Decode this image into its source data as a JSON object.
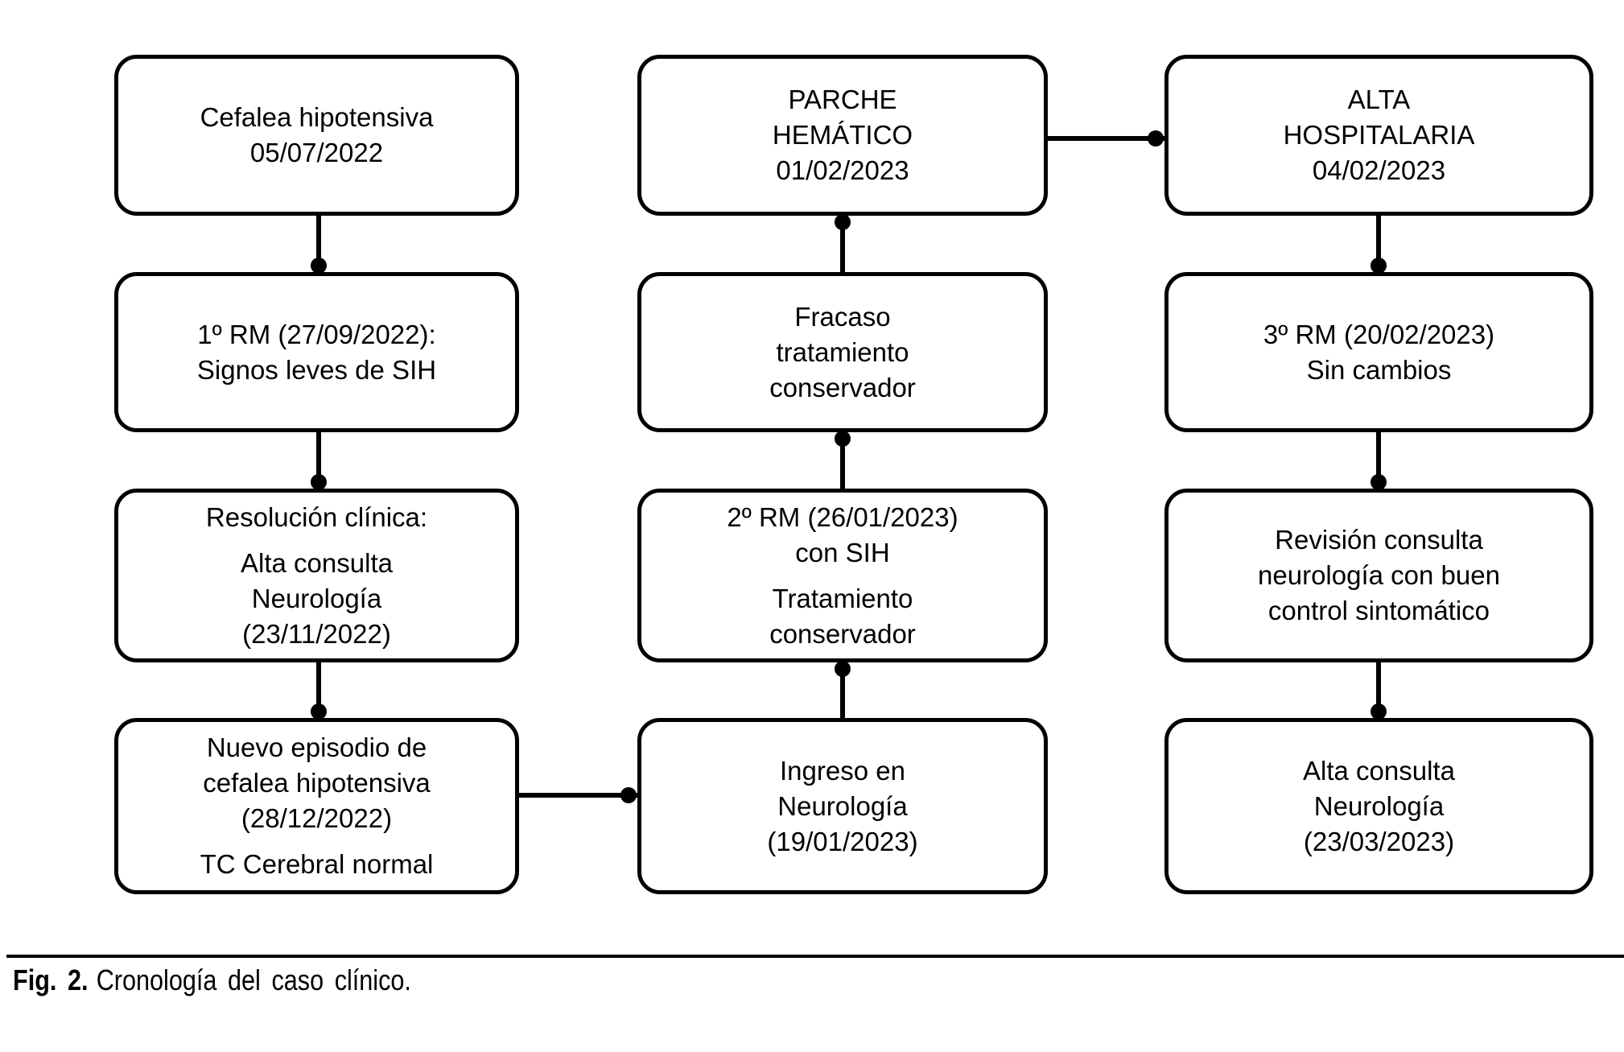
{
  "figure": {
    "caption": {
      "label": "Fig. 2.",
      "text": "Cronología del caso clínico."
    }
  },
  "diagram": {
    "colors": {
      "stroke": "#000000",
      "background": "#ffffff"
    },
    "boxes": {
      "c1b1": {
        "p1": "Cefalea hipotensiva\n05/07/2022"
      },
      "c1b2": {
        "p1": "1º RM (27/09/2022):\nSignos leves de SIH"
      },
      "c1b3": {
        "p1": "Resolución clínica:",
        "p2": "Alta consulta\nNeurología\n(23/11/2022)"
      },
      "c1b4": {
        "p1": "Nuevo episodio de\ncefalea hipotensiva\n(28/12/2022)",
        "p2": "TC Cerebral normal"
      },
      "c2b1": {
        "p1": "PARCHE\nHEMÁTICO\n01/02/2023"
      },
      "c2b2": {
        "p1": "Fracaso\ntratamiento\nconservador"
      },
      "c2b3": {
        "p1": "2º RM (26/01/2023)\ncon SIH",
        "p2": "Tratamiento\nconservador"
      },
      "c2b4": {
        "p1": "Ingreso en\nNeurología\n(19/01/2023)"
      },
      "c3b1": {
        "p1": "ALTA\nHOSPITALARIA\n04/02/2023"
      },
      "c3b2": {
        "p1": "3º RM (20/02/2023)\nSin cambios"
      },
      "c3b3": {
        "p1": "Revisión consulta\nneurología con buen\ncontrol sintomático"
      },
      "c3b4": {
        "p1": "Alta consulta\nNeurología\n(23/03/2023)"
      }
    },
    "edges": [
      {
        "from": "c1b1",
        "to": "c1b2"
      },
      {
        "from": "c1b2",
        "to": "c1b3"
      },
      {
        "from": "c1b3",
        "to": "c1b4"
      },
      {
        "from": "c1b4",
        "to": "c2b4"
      },
      {
        "from": "c2b4",
        "to": "c2b3"
      },
      {
        "from": "c2b3",
        "to": "c2b2"
      },
      {
        "from": "c2b2",
        "to": "c2b1"
      },
      {
        "from": "c2b1",
        "to": "c3b1"
      },
      {
        "from": "c3b1",
        "to": "c3b2"
      },
      {
        "from": "c3b2",
        "to": "c3b3"
      },
      {
        "from": "c3b3",
        "to": "c3b4"
      }
    ]
  }
}
